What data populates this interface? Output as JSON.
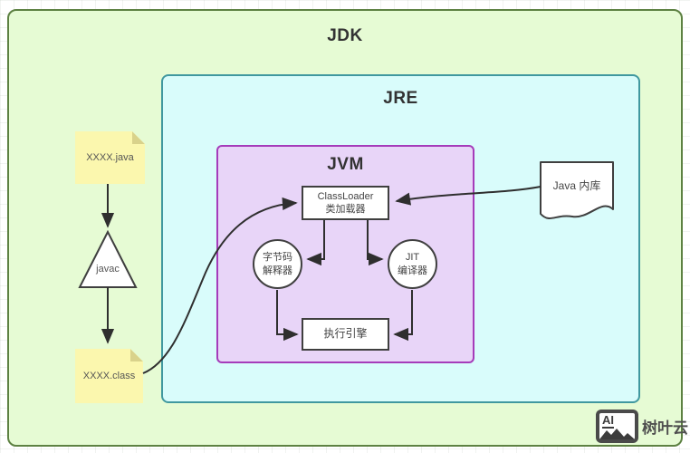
{
  "containers": {
    "jdk": {
      "label": "JDK"
    },
    "jre": {
      "label": "JRE"
    },
    "jvm": {
      "label": "JVM"
    }
  },
  "nodes": {
    "classloader": {
      "line1": "ClassLoader",
      "line2": "类加载器"
    },
    "bytecode_interpreter": {
      "line1": "字节码",
      "line2": "解释器"
    },
    "jit_compiler": {
      "line1": "JIT",
      "line2": "编译器"
    },
    "execution_engine": {
      "label": "执行引擎"
    },
    "java_source_file": {
      "label": "XXXX.java"
    },
    "compiled_class_file": {
      "label": "XXXX.class"
    },
    "javac_compiler": {
      "label": "javac"
    },
    "java_library": {
      "label": "Java 内库"
    }
  },
  "edges": [
    {
      "from": "java_source_file",
      "to": "javac_compiler"
    },
    {
      "from": "javac_compiler",
      "to": "compiled_class_file"
    },
    {
      "from": "compiled_class_file",
      "to": "classloader"
    },
    {
      "from": "java_library",
      "to": "classloader"
    },
    {
      "from": "classloader",
      "to": "bytecode_interpreter"
    },
    {
      "from": "classloader",
      "to": "jit_compiler"
    },
    {
      "from": "bytecode_interpreter",
      "to": "execution_engine"
    },
    {
      "from": "jit_compiler",
      "to": "execution_engine"
    }
  ],
  "branding": {
    "icon_text": "AI",
    "name": "树叶云"
  },
  "colors": {
    "jdk_fill": "#e6fbd4",
    "jdk_border": "#5d8142",
    "jre_fill": "#d9fcfb",
    "jre_border": "#40989f",
    "jvm_fill": "#e8d5f8",
    "jvm_border": "#a53cba",
    "note_fill": "#fbf7ae",
    "note_fold": "#d9d28b",
    "node_border": "#3f3f3f",
    "line": "#2f2f2f"
  }
}
